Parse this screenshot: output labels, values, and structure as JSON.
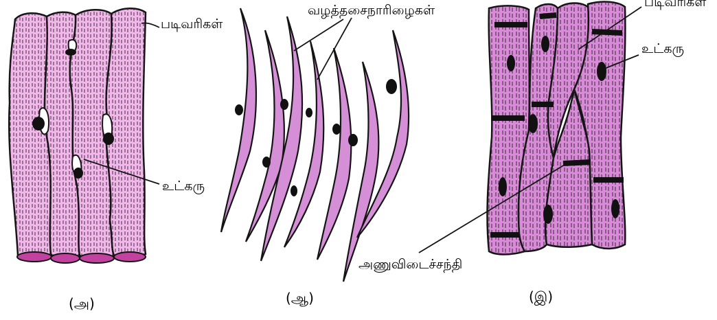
{
  "panels": [
    {
      "id": "a",
      "caption": "(அ)",
      "labels": {
        "striations": "படிவரிகள்",
        "nucleus": "உட்கரு"
      }
    },
    {
      "id": "b",
      "caption": "(ஆ)",
      "labels": {
        "fibres": "வழத்தசைநாரிழைகள்"
      }
    },
    {
      "id": "c",
      "caption": "(இ)",
      "labels": {
        "striations": "படிவரிகள்",
        "nucleus": "உட்கரு",
        "intercalated_disc": "அணுவிடைச்சந்தி"
      }
    }
  ],
  "colors": {
    "skeletal_fill": "#f2b6ea",
    "skeletal_base": "#c2439f",
    "smooth_fill": "#d48fd6",
    "cardiac_fill": "#d98ad8",
    "nucleus": "#111111",
    "outline": "#141414"
  }
}
